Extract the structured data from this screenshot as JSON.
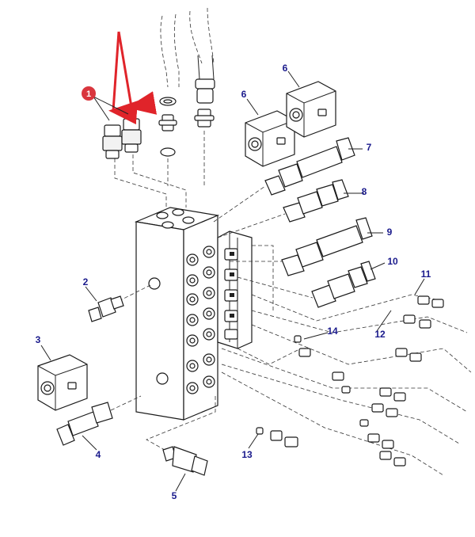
{
  "callout_badge": {
    "label": "1",
    "color": "#d9363e"
  },
  "arrow_color": "#e0242a",
  "label_color": "#1a1a8c",
  "part_labels": {
    "p2": "2",
    "p3": "3",
    "p4": "4",
    "p5": "5",
    "p6a": "6",
    "p6b": "6",
    "p7": "7",
    "p8": "8",
    "p9": "9",
    "p10": "10",
    "p11": "11",
    "p12": "12",
    "p13": "13",
    "p14": "14"
  }
}
